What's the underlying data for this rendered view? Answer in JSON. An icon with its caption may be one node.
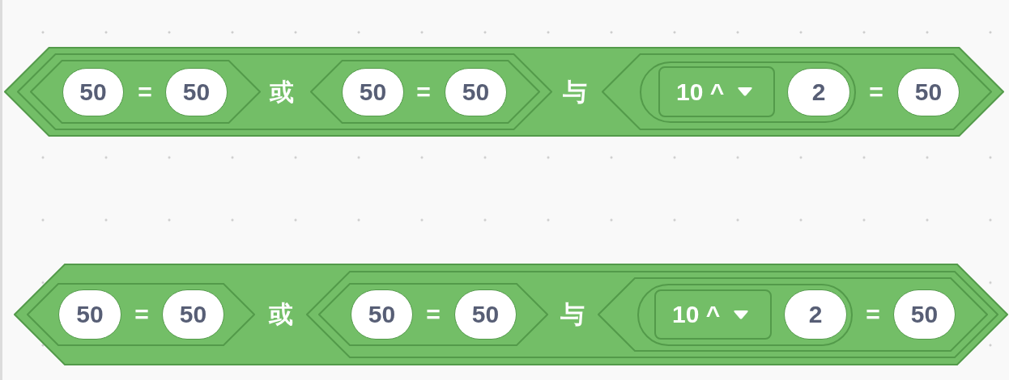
{
  "diagram": {
    "nodes": [
      {
        "text": [
          "与"
        ]
      },
      {
        "text": [
          "或"
        ],
        "in": 0
      },
      {
        "text": [
          "="
        ],
        "in": 1
      },
      {
        "text": [
          "50"
        ],
        "in": 2
      },
      {
        "text": [
          "50"
        ],
        "in": 2
      },
      {
        "text": [
          "="
        ],
        "in": 1
      },
      {
        "text": [
          "50"
        ],
        "in": 5
      },
      {
        "text": [
          "50"
        ],
        "in": 5
      },
      {
        "text": [
          "="
        ],
        "in": 0
      },
      {
        "text": [],
        "shape": "oval",
        "in": 8
      },
      {
        "text": [
          "10 ^"
        ],
        "in": 9
      },
      {
        "text": [
          "2"
        ],
        "in": 9
      },
      {
        "text": [
          "50"
        ],
        "in": 8
      },
      {
        "text": [
          "或"
        ]
      },
      {
        "text": [
          "="
        ],
        "in": 13
      },
      {
        "text": [
          "50"
        ],
        "in": 14
      },
      {
        "text": [
          "50"
        ],
        "in": 14
      },
      {
        "text": [
          "与"
        ],
        "in": 13
      },
      {
        "text": [
          "="
        ],
        "in": 17
      },
      {
        "text": [
          "50"
        ],
        "in": 18
      },
      {
        "text": [
          "50"
        ],
        "in": 18
      },
      {
        "text": [
          "="
        ],
        "in": 17
      },
      {
        "text": [],
        "shape": "oval",
        "in": 21
      },
      {
        "text": [
          "10 ^"
        ],
        "in": 22
      },
      {
        "text": [
          "2"
        ],
        "in": 22
      },
      {
        "text": [
          "50"
        ],
        "in": 21
      }
    ]
  }
}
